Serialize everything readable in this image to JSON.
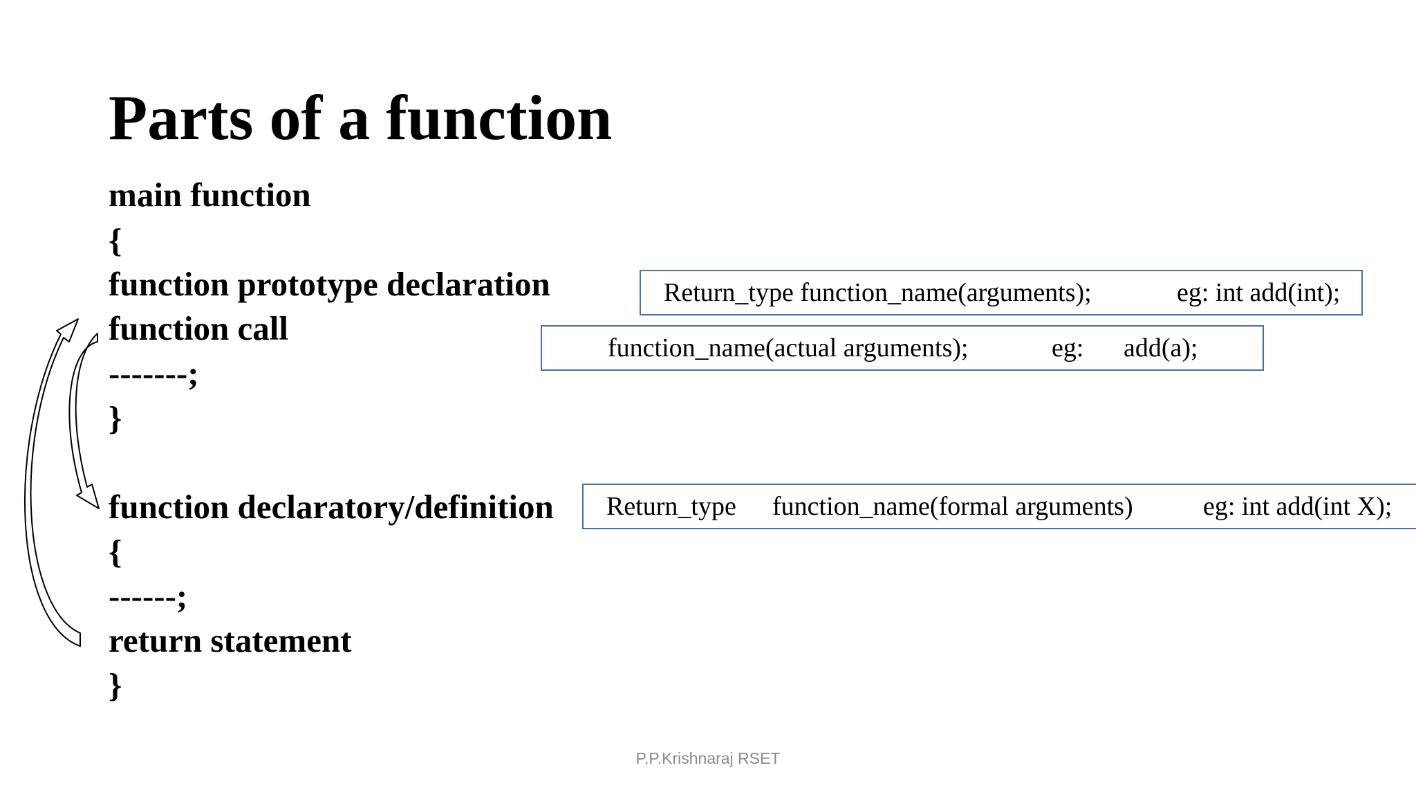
{
  "slide": {
    "title": "Parts of a function",
    "lines": [
      "main function",
      "{",
      "function prototype declaration",
      "function call",
      "-------;",
      "}",
      "function declaratory/definition",
      "{",
      "------;",
      "return statement",
      "}"
    ],
    "boxes": {
      "prototype": {
        "syntax": "Return_type function_name(arguments);",
        "example": "eg: int add(int);"
      },
      "call": {
        "syntax": "function_name(actual arguments);",
        "eg_label": "eg:",
        "example": "add(a);"
      },
      "definition": {
        "return_type": "Return_type",
        "syntax": "function_name(formal arguments)",
        "example": "eg: int add(int X);"
      }
    },
    "footer": "P.P.Krishnaraj RSET",
    "colors": {
      "box_border": "#4a6fa5",
      "footer_text": "#8a8a8a",
      "text": "#000000",
      "background": "#ffffff"
    },
    "icons": [
      "curved-arrow-call-to-definition-icon",
      "curved-arrow-return-to-call-icon"
    ]
  }
}
